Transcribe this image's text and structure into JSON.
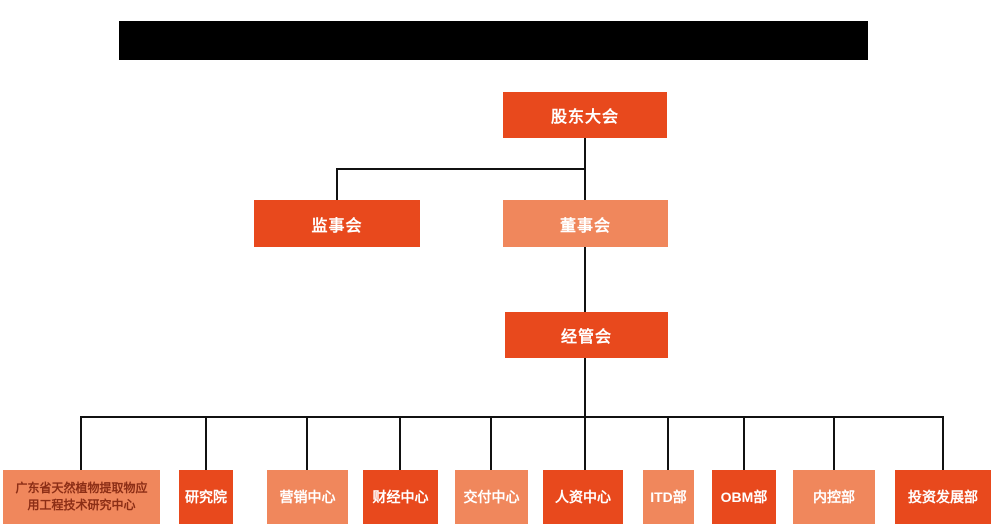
{
  "colors": {
    "box_dark_orange": "#E8491D",
    "box_light_orange": "#F0875C",
    "connector_line": "#111111",
    "box_text_white": "#FFFFFF",
    "research_center_text_dark_red": "#8C2E16",
    "redacted_title_bar": "#000000"
  },
  "org_chart": {
    "type": "org-chart",
    "title_bar": {
      "label": "",
      "note": "redacted-black-bar"
    },
    "root": {
      "label": "股东大会",
      "variant": "dark"
    },
    "level2": [
      {
        "label": "监事会",
        "variant": "dark"
      },
      {
        "label": "董事会",
        "variant": "light"
      }
    ],
    "level3": [
      {
        "label": "经管会",
        "variant": "dark"
      }
    ],
    "level4": [
      {
        "label": "广东省天然植物提取物应用工程技术研究中心",
        "line1": "广东省天然植物提取物应",
        "line2": "用工程技术研究中心",
        "variant": "light"
      },
      {
        "label": "研究院",
        "variant": "dark"
      },
      {
        "label": "营销中心",
        "variant": "light"
      },
      {
        "label": "财经中心",
        "variant": "dark"
      },
      {
        "label": "交付中心",
        "variant": "light"
      },
      {
        "label": "人资中心",
        "variant": "dark"
      },
      {
        "label": "ITD部",
        "variant": "light"
      },
      {
        "label": "OBM部",
        "variant": "dark"
      },
      {
        "label": "内控部",
        "variant": "light"
      },
      {
        "label": "投资发展部",
        "variant": "dark"
      }
    ],
    "hierarchy": {
      "股东大会": [
        "监事会",
        "董事会"
      ],
      "董事会": [
        "经管会"
      ],
      "经管会": [
        "广东省天然植物提取物应用工程技术研究中心",
        "研究院",
        "营销中心",
        "财经中心",
        "交付中心",
        "人资中心",
        "ITD部",
        "OBM部",
        "内控部",
        "投资发展部"
      ]
    }
  }
}
